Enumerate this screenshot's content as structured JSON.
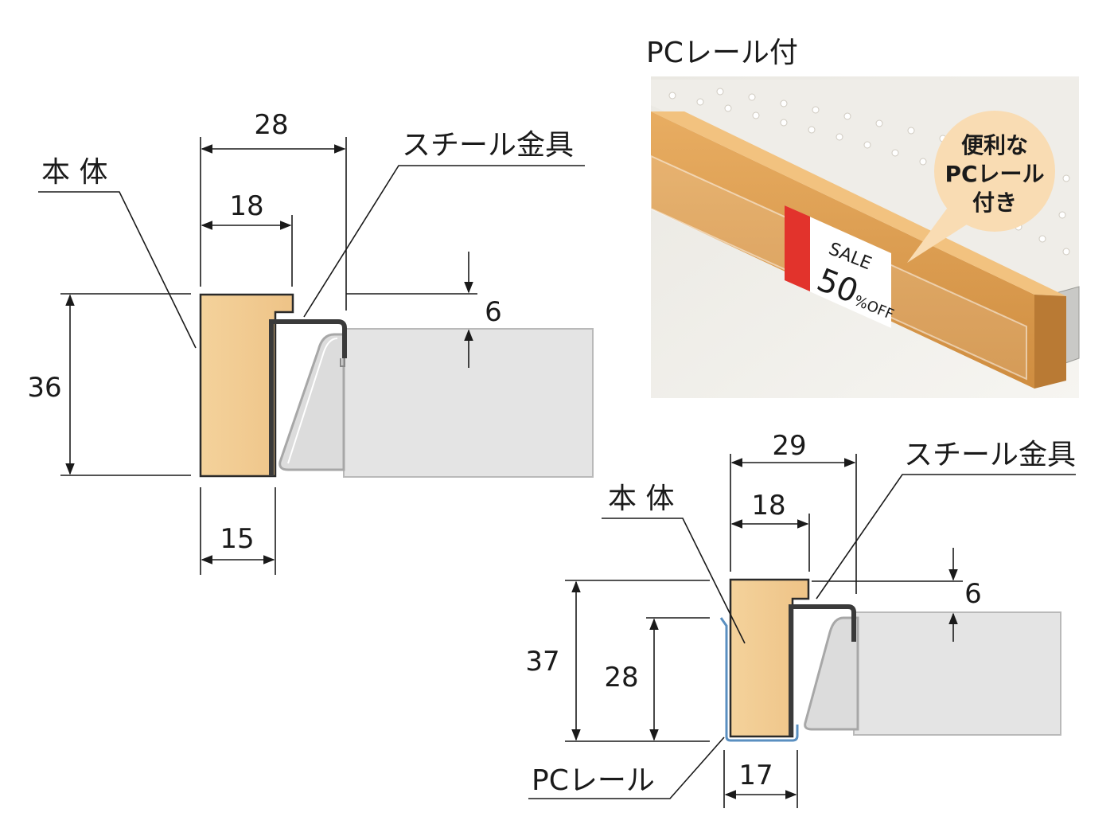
{
  "left_diagram": {
    "body_label": "本 体",
    "bracket_label": "スチール金具",
    "dims": {
      "total_width": "28",
      "inner_width": "18",
      "height": "36",
      "bottom_width": "15",
      "drop": "6"
    }
  },
  "right_diagram": {
    "body_label": "本 体",
    "bracket_label": "スチール金具",
    "rail_label": "PCレール",
    "dims": {
      "total_width": "29",
      "inner_width": "18",
      "height": "37",
      "inner_height": "28",
      "bottom_width": "17",
      "drop": "6"
    }
  },
  "photo": {
    "title": "PCレール付",
    "callout": [
      "便利な",
      "PCレール",
      "付き"
    ],
    "tag_sale": "SALE",
    "tag_big": "50",
    "tag_small": "%OFF"
  },
  "colors": {
    "wood": "#f1c98e",
    "shelf": "#e4e4e4",
    "bracket": "#3a3a3a",
    "callout": "#f9dcb3",
    "rail": "#5a8fc0"
  }
}
